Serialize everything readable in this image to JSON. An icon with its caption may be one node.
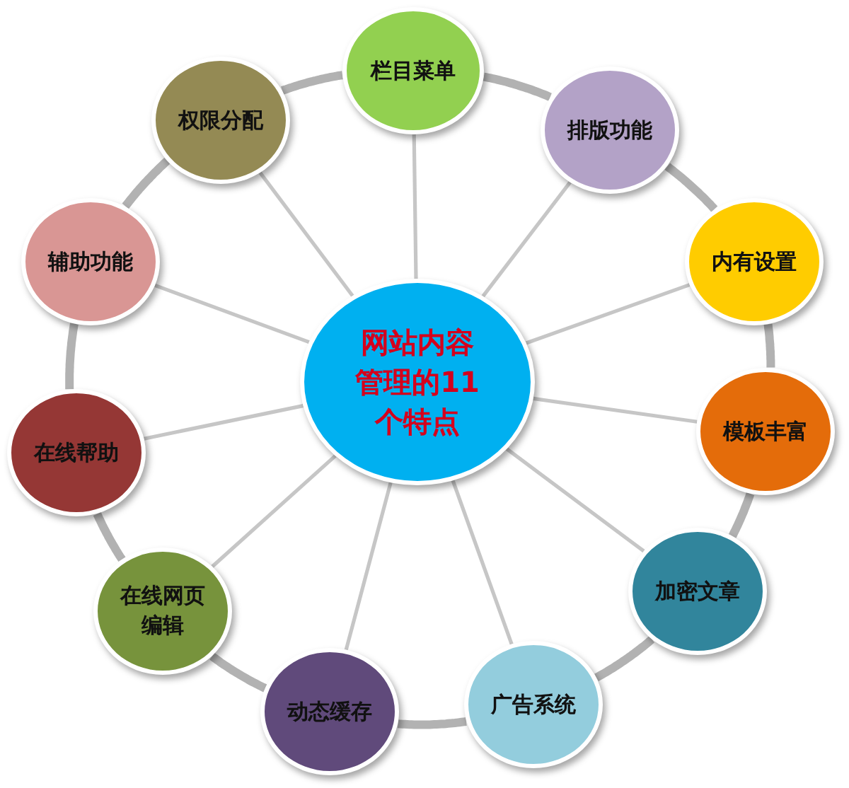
{
  "diagram": {
    "nodes": [
      {
        "text": [
          "网站内容管理的11个特点"
        ]
      },
      {
        "text": [
          "栏目菜单"
        ]
      },
      {
        "text": [
          "排版功能"
        ]
      },
      {
        "text": [
          "内有设置"
        ]
      },
      {
        "text": [
          "模板丰富"
        ]
      },
      {
        "text": [
          "加密文章"
        ]
      },
      {
        "text": [
          "广告系统"
        ]
      },
      {
        "text": [
          "动态缓存"
        ]
      },
      {
        "text": [
          "在线网页编辑"
        ]
      },
      {
        "text": [
          "在线帮助"
        ]
      },
      {
        "text": [
          "辅助功能"
        ]
      },
      {
        "text": [
          "权限分配"
        ]
      }
    ],
    "edges": [
      {
        "from": 0,
        "to": 1,
        "arrow": "none"
      },
      {
        "from": 0,
        "to": 2,
        "arrow": "none"
      },
      {
        "from": 0,
        "to": 3,
        "arrow": "none"
      },
      {
        "from": 0,
        "to": 4,
        "arrow": "none"
      },
      {
        "from": 0,
        "to": 5,
        "arrow": "none"
      },
      {
        "from": 0,
        "to": 6,
        "arrow": "none"
      },
      {
        "from": 0,
        "to": 7,
        "arrow": "none"
      },
      {
        "from": 0,
        "to": 8,
        "arrow": "none"
      },
      {
        "from": 0,
        "to": 9,
        "arrow": "none"
      },
      {
        "from": 0,
        "to": 10,
        "arrow": "none"
      },
      {
        "from": 0,
        "to": 11,
        "arrow": "none"
      },
      {
        "from": 1,
        "to": 2,
        "arrow": "none",
        "style": "thick"
      },
      {
        "from": 2,
        "to": 3,
        "arrow": "none",
        "style": "thick"
      },
      {
        "from": 3,
        "to": 4,
        "arrow": "none",
        "style": "thick"
      },
      {
        "from": 4,
        "to": 5,
        "arrow": "none",
        "style": "thick"
      },
      {
        "from": 5,
        "to": 6,
        "arrow": "none",
        "style": "thick"
      },
      {
        "from": 6,
        "to": 7,
        "arrow": "none",
        "style": "thick"
      },
      {
        "from": 7,
        "to": 8,
        "arrow": "none",
        "style": "thick"
      },
      {
        "from": 8,
        "to": 9,
        "arrow": "none",
        "style": "thick"
      },
      {
        "from": 9,
        "to": 10,
        "arrow": "none",
        "style": "thick"
      },
      {
        "from": 10,
        "to": 11,
        "arrow": "none",
        "style": "thick"
      },
      {
        "from": 11,
        "to": 1,
        "arrow": "none",
        "style": "thick"
      }
    ]
  }
}
